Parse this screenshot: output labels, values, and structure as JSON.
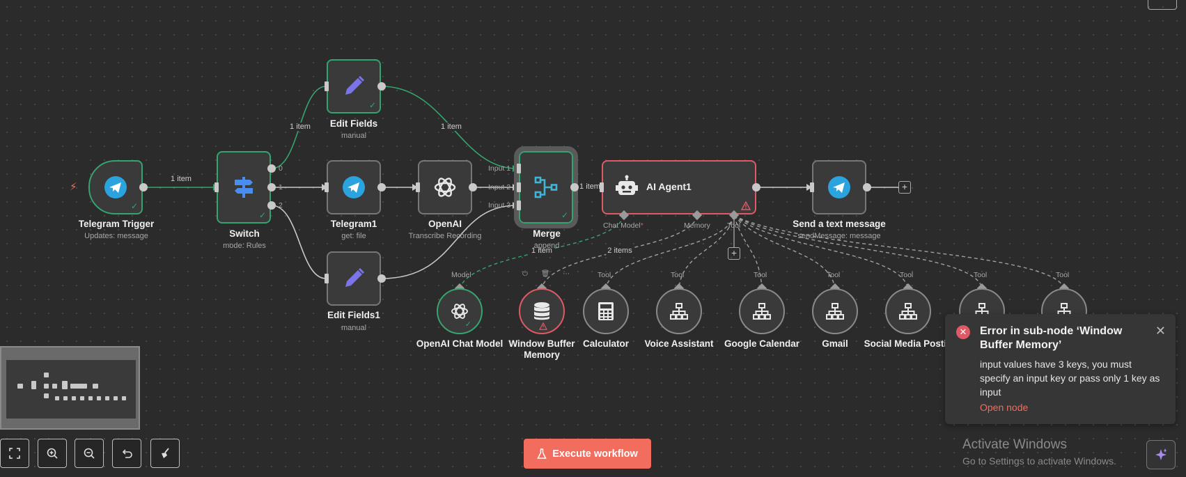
{
  "nodes": {
    "telegram_trigger": {
      "title": "Telegram Trigger",
      "subtitle": "Updates: message"
    },
    "switch": {
      "title": "Switch",
      "subtitle": "mode: Rules",
      "outputs": [
        "0",
        "1",
        "2"
      ]
    },
    "edit_fields": {
      "title": "Edit Fields",
      "subtitle": "manual"
    },
    "telegram1": {
      "title": "Telegram1",
      "subtitle": "get: file"
    },
    "edit_fields1": {
      "title": "Edit Fields1",
      "subtitle": "manual"
    },
    "openai": {
      "title": "OpenAI",
      "subtitle": "Transcribe Recording"
    },
    "merge": {
      "title": "Merge",
      "subtitle": "append",
      "inputs": [
        "Input 1",
        "Input 2",
        "Input 3"
      ]
    },
    "ai_agent": {
      "title": "AI Agent1",
      "ports": {
        "chat_model": "Chat Model",
        "required_mark": "*",
        "memory": "Memory",
        "tool": "Tool"
      }
    },
    "send_message": {
      "title": "Send a text message",
      "subtitle": "sendMessage: message"
    }
  },
  "edge_labels": {
    "trigger_switch": "1 item",
    "switch_edit": "1 item",
    "edit_merge": "1 item",
    "merge_agent": "1 item",
    "model_link": "1 item",
    "memory_link": "2 items"
  },
  "sub_nodes": [
    {
      "key": "openai-chat-model",
      "label": "Model",
      "title": "OpenAI Chat Model",
      "icon": "openai-icon"
    },
    {
      "key": "window-buffer-memory",
      "label": "",
      "title": "Window Buffer\nMemory",
      "icon": "database-icon"
    },
    {
      "key": "calculator",
      "label": "Tool",
      "title": "Calculator",
      "icon": "calculator-icon"
    },
    {
      "key": "voice-assistant",
      "label": "Tool",
      "title": "Voice Assistant",
      "icon": "network-icon"
    },
    {
      "key": "google-calendar",
      "label": "Tool",
      "title": "Google Calendar",
      "icon": "network-icon"
    },
    {
      "key": "gmail",
      "label": "Tool",
      "title": "Gmail",
      "icon": "network-icon"
    },
    {
      "key": "social-media-posting",
      "label": "Tool",
      "title": "Social Media Postin",
      "icon": "network-icon"
    },
    {
      "key": "tool-8",
      "label": "Tool",
      "title": "",
      "icon": "network-icon"
    },
    {
      "key": "tool-9",
      "label": "Tool",
      "title": "",
      "icon": "network-icon"
    }
  ],
  "toolbar": {
    "execute_label": "Execute workflow"
  },
  "toast": {
    "title": "Error in sub-node ‘Window Buffer Memory’",
    "message": "input values have 3 keys, you must specify an input key or pass only 1 key as input",
    "link": "Open node"
  },
  "watermark": {
    "line1": "Activate Windows",
    "line2": "Go to Settings to activate Windows."
  },
  "colors": {
    "success": "#36a46e",
    "error": "#e05a66",
    "accent": "#f26d5e",
    "telegram": "#2aa3df",
    "edit_icon": "#7b74e8",
    "switch_icon": "#4a8df0",
    "merge_icon": "#3fb6d6"
  }
}
